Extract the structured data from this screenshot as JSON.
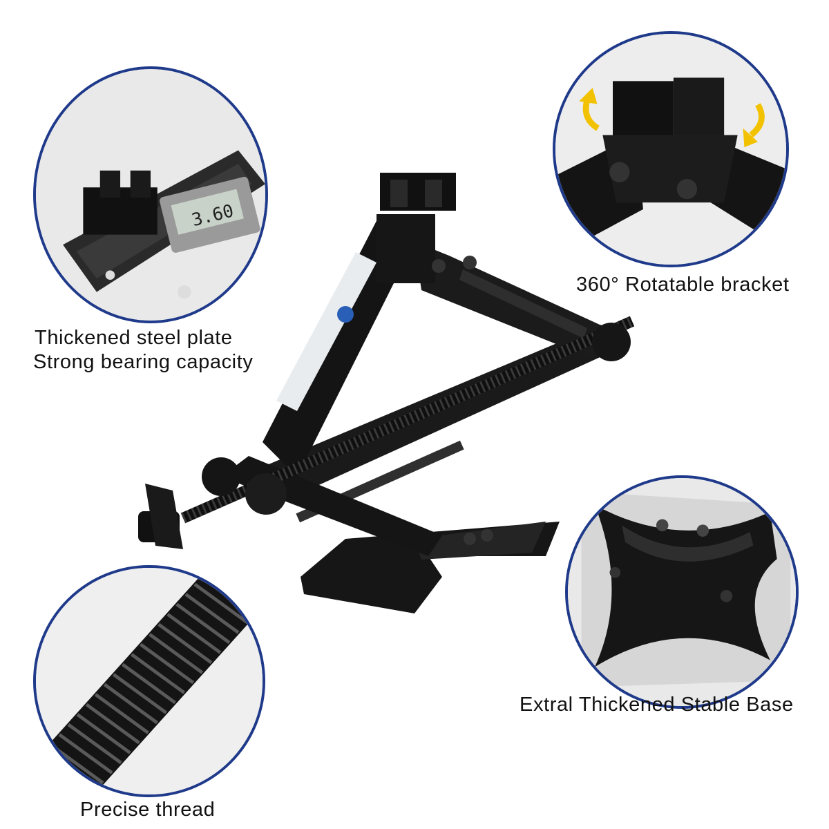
{
  "callouts": {
    "steel_plate": {
      "line1": "Thickened steel plate",
      "line2": "Strong bearing capacity",
      "icon": "steel-plate-closeup"
    },
    "bracket": {
      "label": "360°  Rotatable bracket",
      "icon": "rotatable-bracket-closeup"
    },
    "base": {
      "label": "Extral Thickened Stable Base",
      "icon": "stable-base-closeup"
    },
    "thread": {
      "label": "Precise thread",
      "icon": "thread-closeup"
    }
  },
  "colors": {
    "circle_border": "#1f3a8a",
    "jack_body": "#1a1a1a",
    "arrow_accent": "#f2c200"
  }
}
